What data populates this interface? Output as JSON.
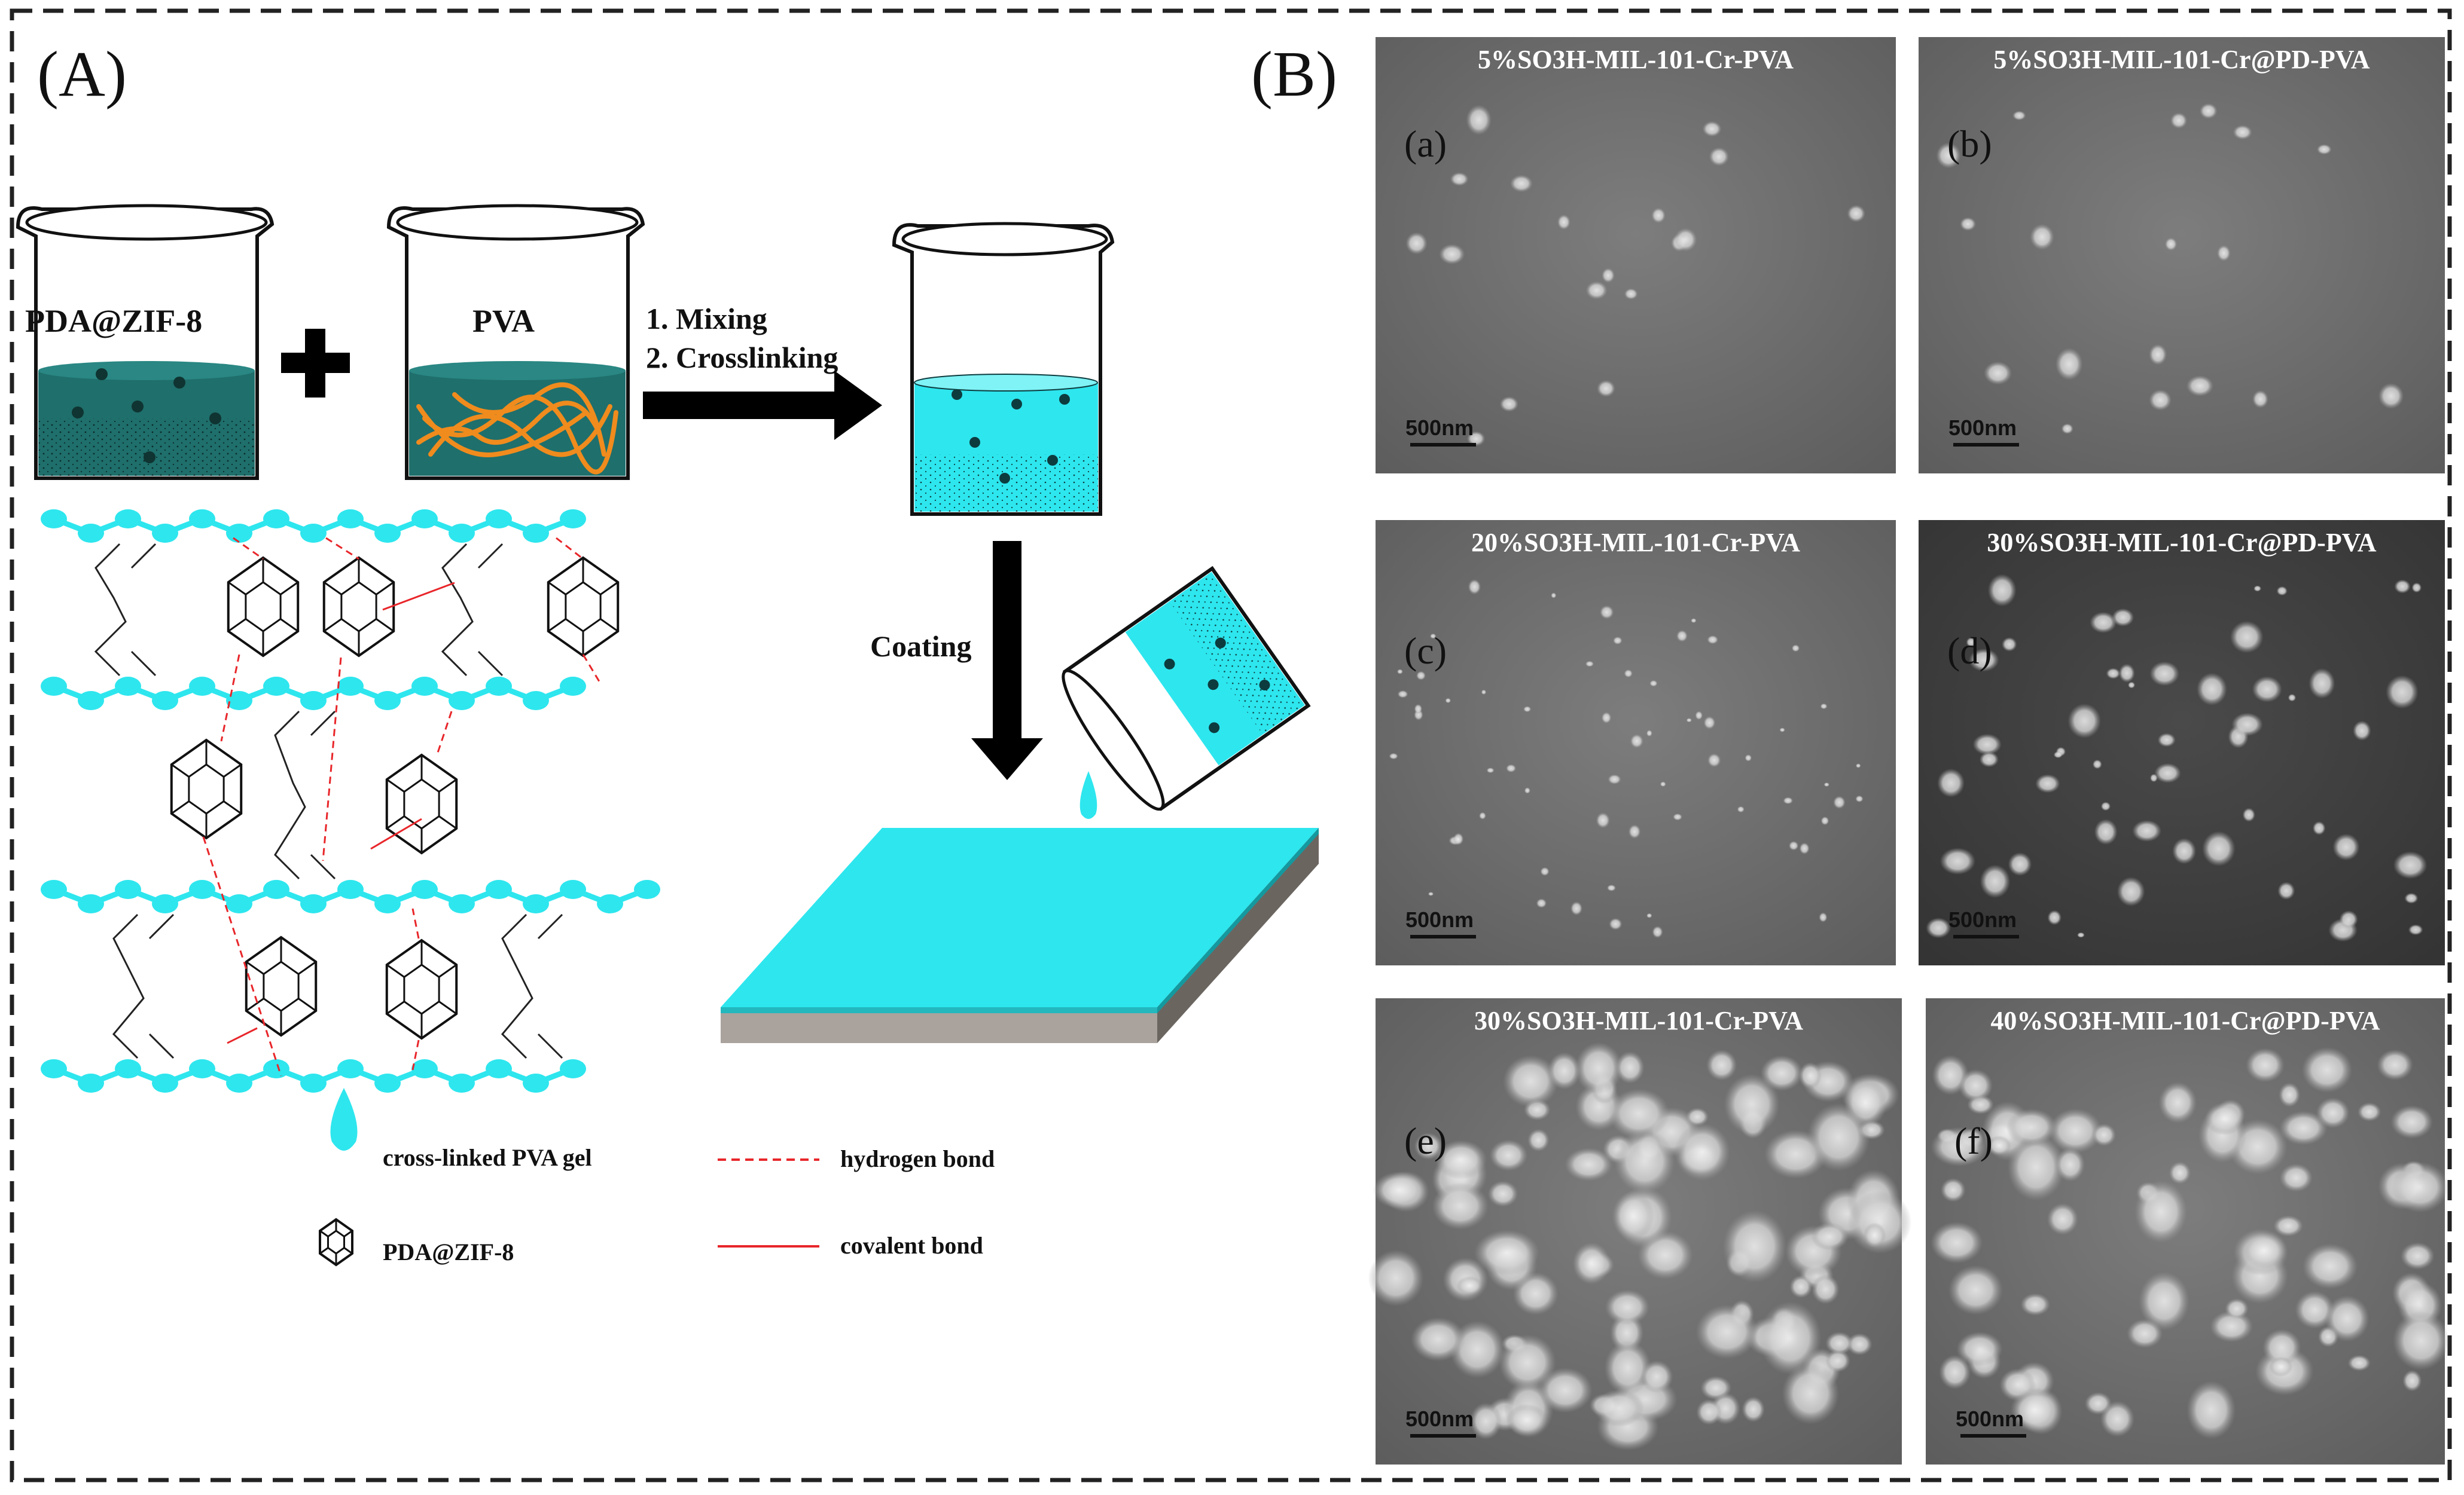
{
  "panels": {
    "A_label": "(A)",
    "B_label": "(B)"
  },
  "schematic": {
    "beaker1_label": "PDA@ZIF-8",
    "beaker2_label": "PVA",
    "step1": "1. Mixing",
    "step2": "2. Crosslinking",
    "coating": "Coating",
    "legend": {
      "gel": "cross-linked PVA gel",
      "hbond": "hydrogen bond",
      "mof": "PDA@ZIF-8",
      "cbond": "covalent bond"
    },
    "colors": {
      "cyan": "#2ee6ee",
      "teal": "#1f6f6c",
      "orange": "#f08b1d",
      "red": "#e8262a",
      "substrate": "#aaa39d"
    }
  },
  "sem_images": [
    {
      "title": "5%SO3H-MIL-101-Cr-PVA",
      "tag": "(a)",
      "scale": "500nm"
    },
    {
      "title": "5%SO3H-MIL-101-Cr@PD-PVA",
      "tag": "(b)",
      "scale": "500nm"
    },
    {
      "title": "20%SO3H-MIL-101-Cr-PVA",
      "tag": "(c)",
      "scale": "500nm"
    },
    {
      "title": "30%SO3H-MIL-101-Cr@PD-PVA",
      "tag": "(d)",
      "scale": "500nm"
    },
    {
      "title": "30%SO3H-MIL-101-Cr-PVA",
      "tag": "(e)",
      "scale": "500nm"
    },
    {
      "title": "40%SO3H-MIL-101-Cr@PD-PVA",
      "tag": "(f)",
      "scale": "500nm"
    }
  ]
}
